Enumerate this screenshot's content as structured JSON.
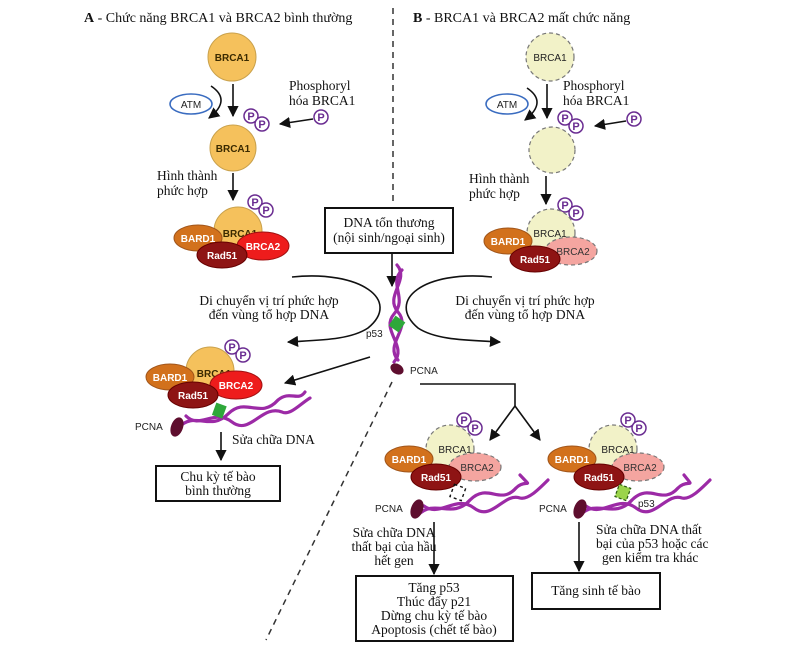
{
  "panel_a": {
    "title_letter": "A",
    "title_text": " - Chức năng BRCA1 và BRCA2 bình thường",
    "brca1_top": "BRCA1",
    "atm": "ATM",
    "phos_line1": "Phosphoryl",
    "phos_line2": "hóa BRCA1",
    "p": "P",
    "brca1_phos": "BRCA1",
    "complex_line1": "Hình thành",
    "complex_line2": "phức hợp",
    "complex": {
      "brca1": "BRCA1",
      "bard1": "BARD1",
      "brca2": "BRCA2",
      "rad51": "Rad51"
    },
    "move_line1": "Di chuyển vị trí phức hợp",
    "move_line2": "đến vùng tổ hợp DNA",
    "repair_complex": {
      "brca1": "BRCA1",
      "bard1": "BARD1",
      "brca2": "BRCA2",
      "rad51": "Rad51",
      "pcna": "PCNA"
    },
    "repair_label": "Sửa chữa DNA",
    "outcome_line1": "Chu kỳ tế bào",
    "outcome_line2": "bình thường"
  },
  "panel_b": {
    "title_letter": "B",
    "title_text": " - BRCA1 và BRCA2 mất chức năng",
    "brca1_top": "BRCA1",
    "atm": "ATM",
    "phos_line1": "Phosphoryl",
    "phos_line2": "hóa BRCA1",
    "p": "P",
    "complex_line1": "Hình thành",
    "complex_line2": "phức hợp",
    "complex": {
      "brca1": "BRCA1",
      "bard1": "BARD1",
      "brca2": "BRCA2",
      "rad51": "Rad51"
    },
    "move_line1": "Di chuyển vị trí phức hợp",
    "move_line2": "đến vùng tổ hợp DNA",
    "left_branch": {
      "brca1": "BRCA1",
      "bard1": "BARD1",
      "brca2": "BRCA2",
      "rad51": "Rad51",
      "pcna": "PCNA",
      "fail_line1": "Sửa chữa DNA",
      "fail_line2": "thất bại của hầu",
      "fail_line3": "hết gen",
      "outcome": [
        "Tăng p53",
        "Thúc đẩy p21",
        "Dừng chu kỳ tế bào",
        "Apoptosis (chết tế bào)"
      ]
    },
    "right_branch": {
      "brca1": "BRCA1",
      "bard1": "BARD1",
      "brca2": "BRCA2",
      "rad51": "Rad51",
      "pcna": "PCNA",
      "p53": "p53",
      "fail_line1": "Sửa chữa DNA thất",
      "fail_line2": "bại của p53 hoặc các",
      "fail_line3": "gen kiểm tra khác",
      "outcome": "Tăng sinh tế bào"
    }
  },
  "center": {
    "damage_line1": "DNA tổn thương",
    "damage_line2": "(nội sinh/ngoại sinh)",
    "p53": "p53",
    "pcna": "PCNA"
  },
  "colors": {
    "brca1_normal": "#f5c15c",
    "brca1_lost": "#f2f2c8",
    "bard1": "#d2711c",
    "rad51": "#8e1414",
    "brca2_normal": "#ee1c1c",
    "brca2_lost": "#f4a5a0",
    "dna": "#9c2aa6",
    "p53_normal": "#2ea83a",
    "p53_lost": "#9bd44a",
    "pcna": "#5e0e2e",
    "atm": "#3a6cc0",
    "phosphate": "#6a2c91"
  }
}
